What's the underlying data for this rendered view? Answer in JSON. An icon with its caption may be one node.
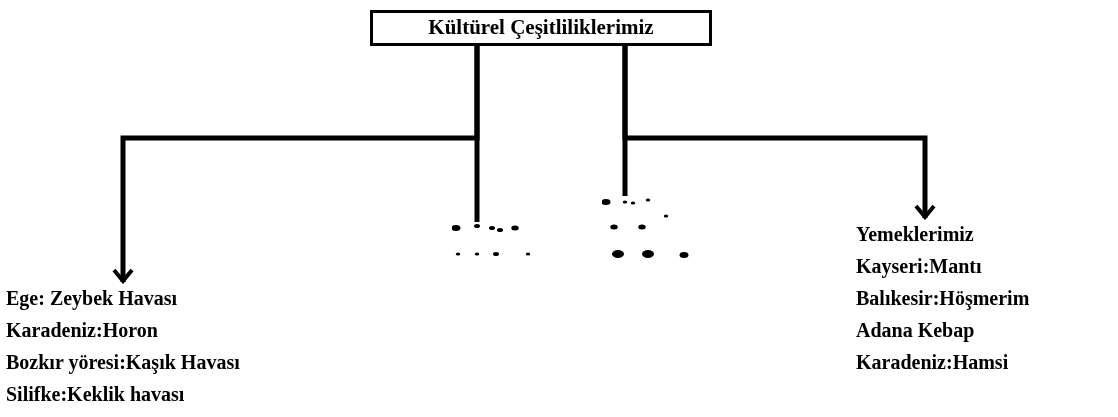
{
  "diagram": {
    "nodes": [
      {
        "text": [
          "Kültürel Çeşitliliklerimiz"
        ]
      },
      {
        "text": [
          "Ege: Zeybek Havası",
          "Karadeniz:Horon",
          "Bozkır yöresi:Kaşık Havası",
          "Silifke:Keklik havası"
        ]
      },
      {
        "text": [],
        "shape": "dots"
      },
      {
        "text": [],
        "shape": "dots"
      },
      {
        "text": [
          "Yemeklerimiz",
          "Kayseri:Mantı",
          "Balıkesir:Höşmerim",
          "Adana Kebap",
          "Karadeniz:Hamsi"
        ]
      }
    ],
    "edges": [
      {
        "from": 0,
        "to": 1,
        "arrow": "to"
      },
      {
        "from": 0,
        "to": 2,
        "arrow": "none"
      },
      {
        "from": 0,
        "to": 3,
        "arrow": "none"
      },
      {
        "from": 0,
        "to": 4,
        "arrow": "to"
      }
    ]
  }
}
